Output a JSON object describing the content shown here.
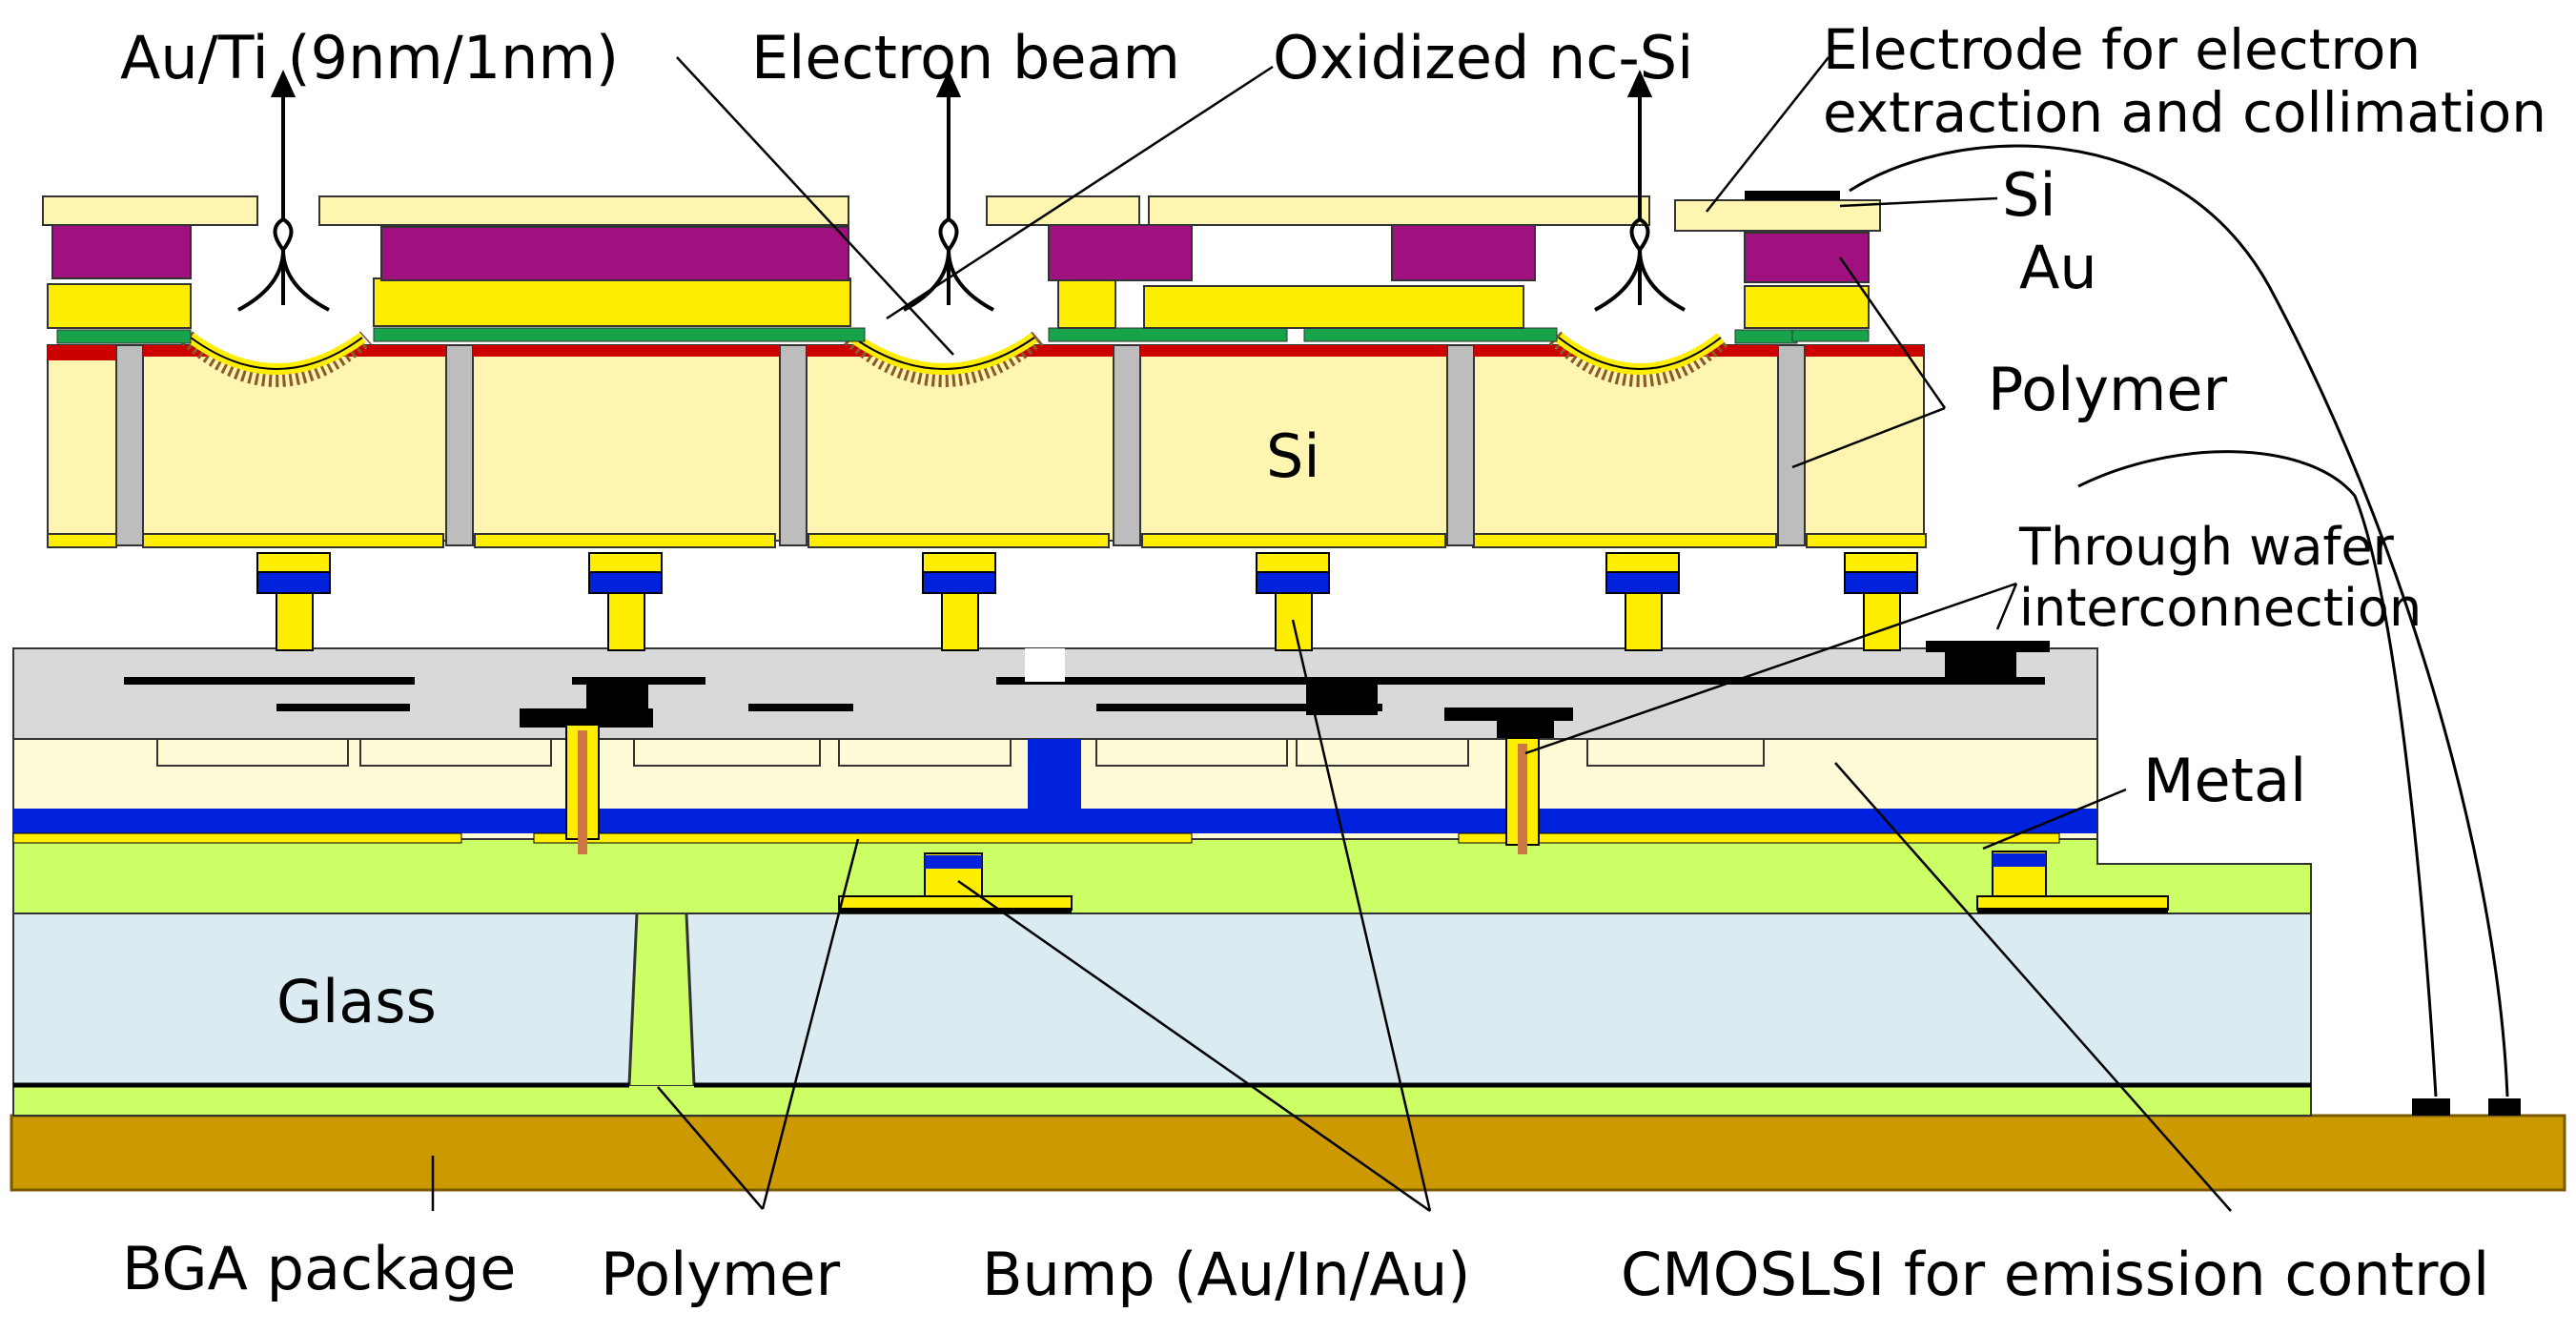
{
  "labels": {
    "au_ti": "Au/Ti (9nm/1nm)",
    "electron_beam": "Electron beam",
    "oxidized_nc_si": "Oxidized nc-Si",
    "electrode_line1": "Electrode for electron",
    "electrode_line2": "extraction and collimation",
    "si_top": "Si",
    "au": "Au",
    "polymer_right": "Polymer",
    "si_center": "Si",
    "through_wafer_line1": "Through wafer",
    "through_wafer_line2": "interconnection",
    "metal": "Metal",
    "glass": "Glass",
    "bga_package": "BGA package",
    "polymer_bottom": "Polymer",
    "bump": "Bump (Au/In/Au)",
    "cmoslsi": "CMOSLSI for emission control"
  },
  "colors": {
    "si": "#fdf5b0",
    "au": "#ffee00",
    "polymer_magenta": "#a0117f",
    "green": "#16a34a",
    "red": "#cc0000",
    "gray": "#bdbdbd",
    "blue": "#0022dd",
    "cmos": "#d9d9d9",
    "cmos_layer": "#fffbd6",
    "polymer_green": "#ccff66",
    "glass": "#daebf2",
    "bga": "#cc9900",
    "black": "#000000"
  }
}
